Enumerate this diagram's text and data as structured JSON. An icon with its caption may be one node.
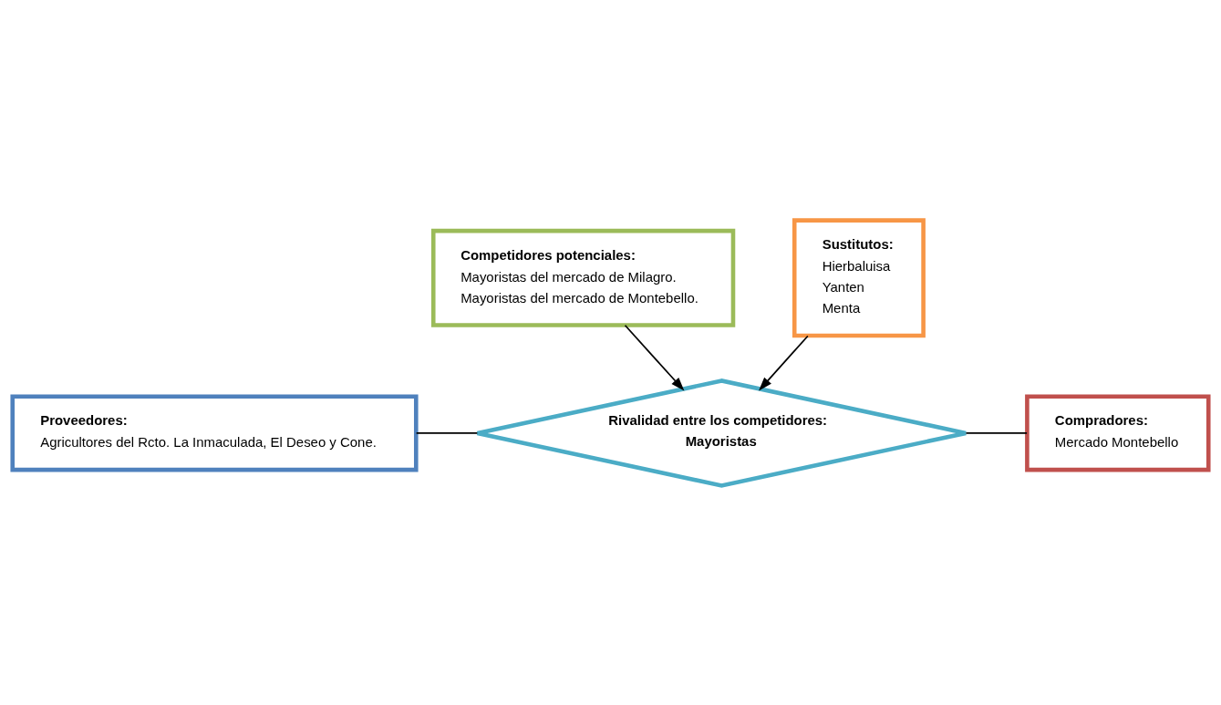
{
  "diagram": {
    "nodes": [
      {
        "text": [
          "Competidores potenciales:",
          "Mayoristas del mercado de Milagro.",
          "Mayoristas del mercado de Montebello."
        ]
      },
      {
        "text": [
          "Proveedores:",
          "Agricultores del Rcto. La Inmaculada, El Deseo y Cone."
        ]
      },
      {
        "text": [
          "Rivalidad entre los competidores:",
          "Mayoristas"
        ]
      },
      {
        "text": [
          "Compradores:",
          "Mercado Montebello"
        ]
      },
      {
        "text": [
          "Sustitutos:",
          "Hierbaluisa",
          "Yanten",
          "Menta"
        ]
      }
    ],
    "edges": [
      {
        "from": 0,
        "to": 2,
        "arrow": "to"
      },
      {
        "from": 1,
        "to": 2,
        "arrow": "none"
      },
      {
        "from": 2,
        "to": 3,
        "arrow": "none"
      },
      {
        "from": 4,
        "to": 2,
        "arrow": "to"
      }
    ]
  }
}
